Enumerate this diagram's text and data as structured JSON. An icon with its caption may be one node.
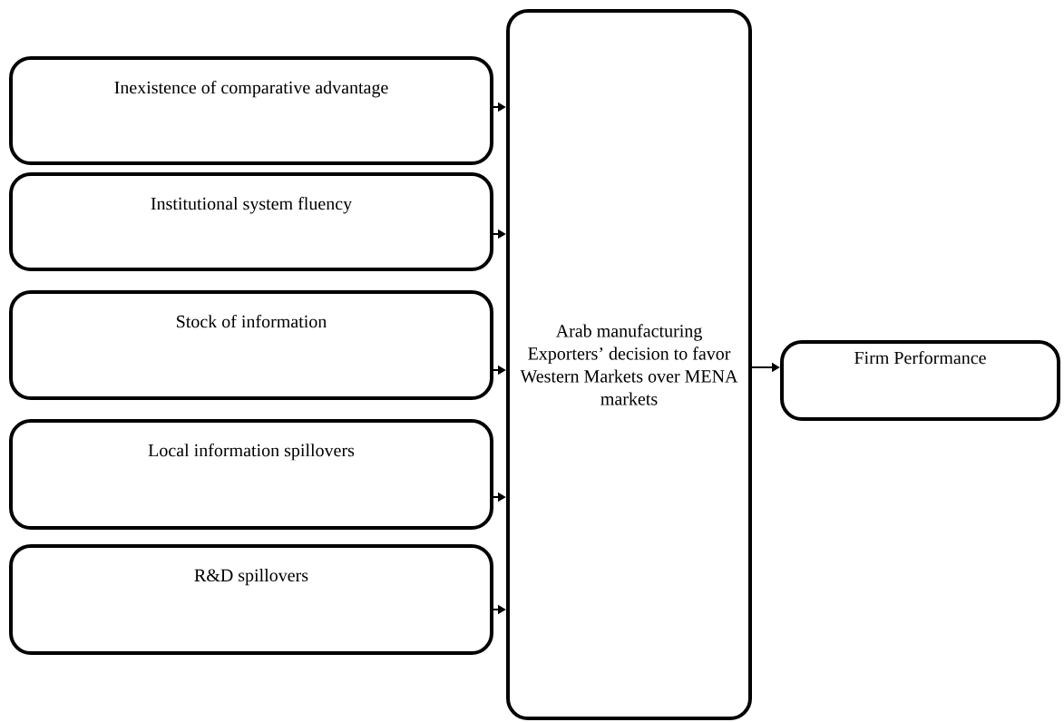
{
  "diagram": {
    "nodes": [
      {
        "text": [
          "Inexistence of comparative advantage"
        ]
      },
      {
        "text": [
          "Institutional system fluency"
        ]
      },
      {
        "text": [
          "Stock of information"
        ]
      },
      {
        "text": [
          "Local information spillovers"
        ]
      },
      {
        "text": [
          "R&D spillovers"
        ]
      },
      {
        "text": [
          "Arab manufacturing Exporters’ decision to favor Western Markets over MENA markets"
        ]
      },
      {
        "text": [
          "Firm Performance"
        ]
      }
    ],
    "edges": [
      {
        "from": 0,
        "to": 5,
        "arrow": "to"
      },
      {
        "from": 1,
        "to": 5,
        "arrow": "to"
      },
      {
        "from": 2,
        "to": 5,
        "arrow": "to"
      },
      {
        "from": 3,
        "to": 5,
        "arrow": "to"
      },
      {
        "from": 4,
        "to": 5,
        "arrow": "to"
      },
      {
        "from": 5,
        "to": 6,
        "arrow": "to"
      }
    ]
  }
}
